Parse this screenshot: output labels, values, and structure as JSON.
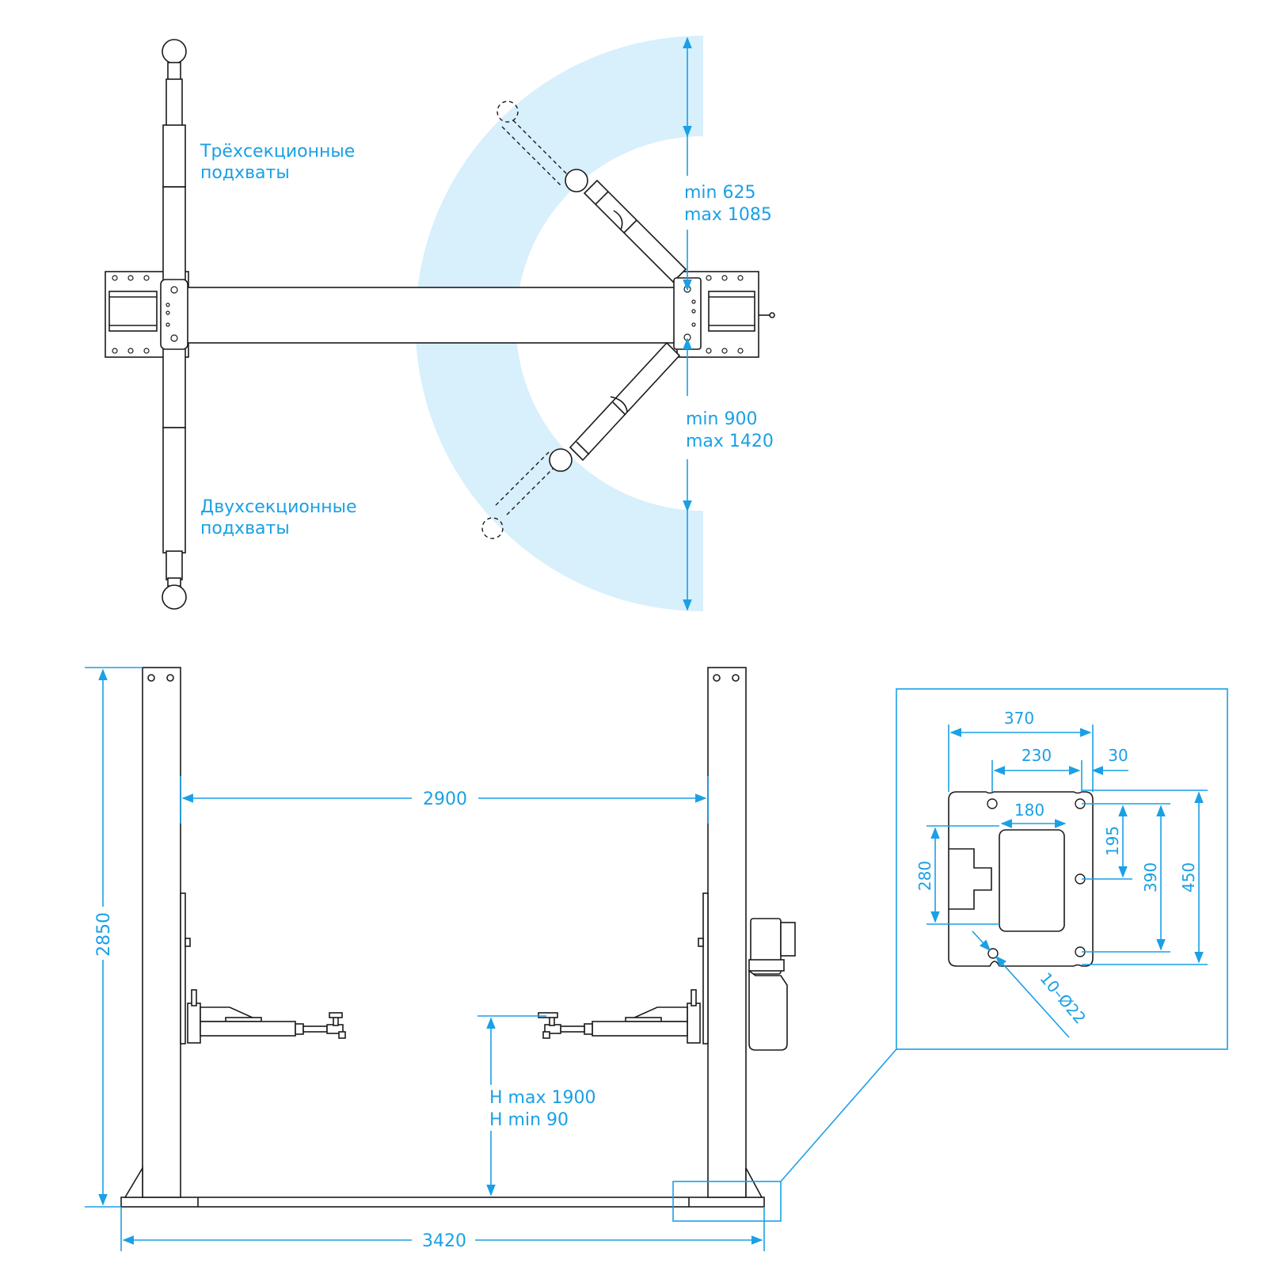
{
  "colors": {
    "accent": "#1aa0e6",
    "sweep": "#d8effc",
    "line": "#1b1b1b"
  },
  "top_view": {
    "label_three_section_line1": "Трёхсекционные",
    "label_three_section_line2": "подхваты",
    "label_two_section_line1": "Двухсекционные",
    "label_two_section_line2": "подхваты",
    "upper_arm_min": "min 625",
    "upper_arm_max": "max 1085",
    "lower_arm_min": "min 900",
    "lower_arm_max": "max 1420"
  },
  "front_view": {
    "overall_height": "2850",
    "inner_width": "2900",
    "overall_width": "3420",
    "h_max": "H max 1900",
    "h_min": "H min 90"
  },
  "base_plate_detail": {
    "dim_370": "370",
    "dim_230": "230",
    "dim_30": "30",
    "dim_180": "180",
    "dim_195": "195",
    "dim_280": "280",
    "dim_390": "390",
    "dim_450": "450",
    "holes": "10–Ø22"
  }
}
